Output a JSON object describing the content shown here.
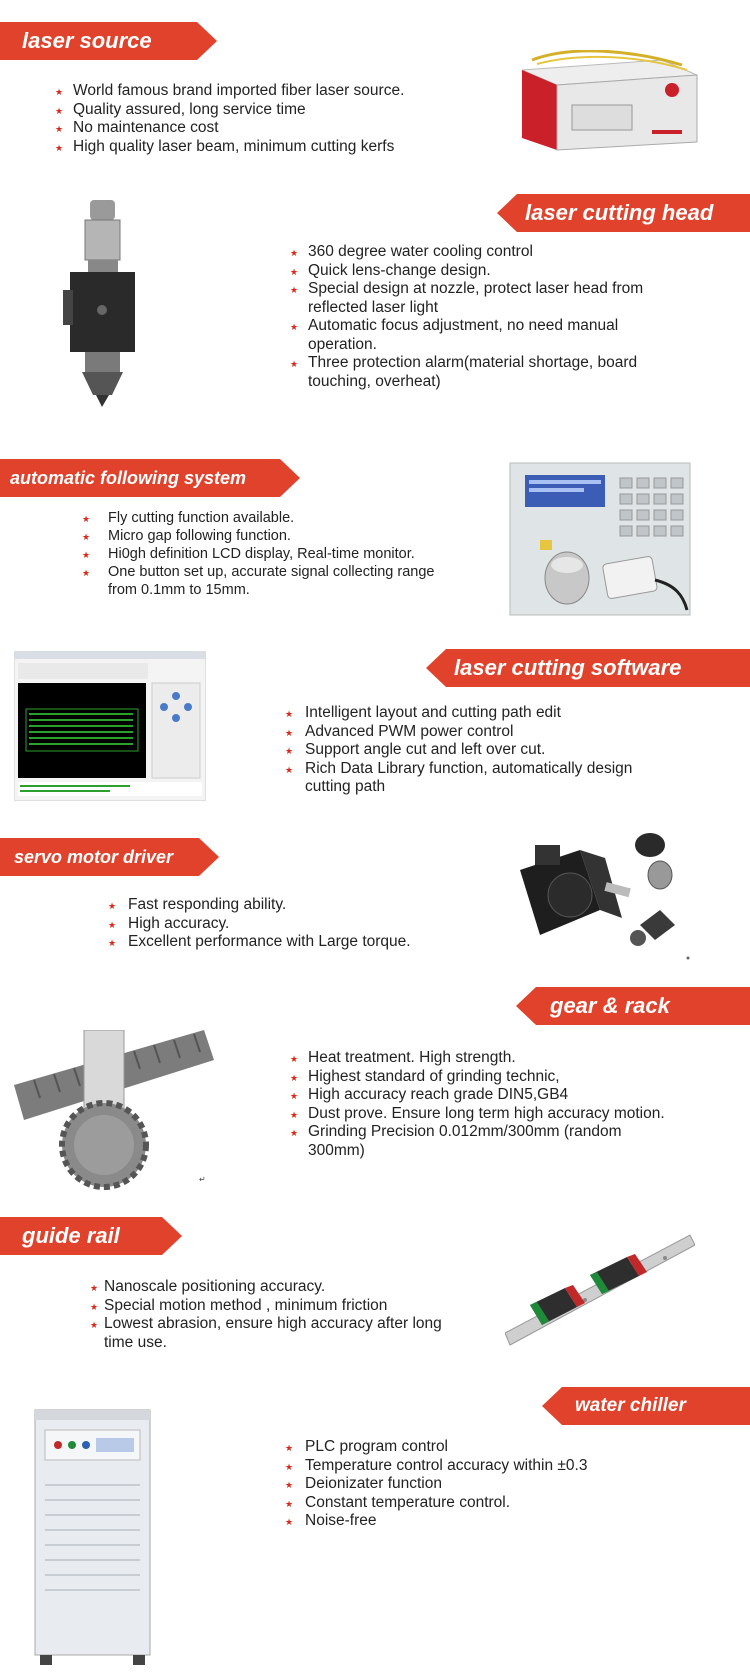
{
  "sections": [
    {
      "title": "laser source",
      "features": [
        "World famous brand imported fiber laser source.",
        "Quality assured, long service time",
        "No maintenance cost",
        "High quality laser beam, minimum cutting kerfs"
      ]
    },
    {
      "title": "laser cutting head",
      "features": [
        "360 degree water cooling control",
        "Quick lens-change design.",
        "Special design at nozzle, protect laser head from reflected laser light",
        "Automatic focus adjustment, no need manual operation.",
        "Three protection alarm(material shortage, board touching, overheat)"
      ]
    },
    {
      "title": "automatic following system",
      "features": [
        "Fly cutting function available.",
        "Micro gap following function.",
        "Hi0gh definition LCD display, Real-time monitor.",
        "One button set up, accurate signal collecting range from 0.1mm to 15mm."
      ]
    },
    {
      "title": "laser cutting software",
      "features": [
        "Intelligent layout and cutting path edit",
        "Advanced PWM power control",
        "Support angle cut and left over cut.",
        "Rich Data Library function, automatically design cutting path"
      ]
    },
    {
      "title": "servo motor driver",
      "features": [
        "Fast responding ability.",
        "High accuracy.",
        "Excellent performance with Large torque."
      ]
    },
    {
      "title": "gear & rack",
      "features": [
        "Heat treatment. High strength.",
        "Highest standard of grinding technic,",
        "High accuracy reach grade DIN5,GB4",
        "Dust prove. Ensure long term high accuracy motion.",
        "Grinding Precision 0.012mm/300mm (random 300mm)"
      ]
    },
    {
      "title": "guide rail",
      "features": [
        "Nanoscale positioning accuracy.",
        "Special motion method , minimum friction",
        "Lowest abrasion, ensure high accuracy after long time use."
      ]
    },
    {
      "title": "water chiller",
      "features": [
        "PLC program control",
        "Temperature control accuracy within ±0.3",
        "Deionizater function",
        "Constant temperature control.",
        "Noise-free"
      ]
    }
  ],
  "colors": {
    "accent": "#e0422c",
    "star": "#d9281a"
  }
}
